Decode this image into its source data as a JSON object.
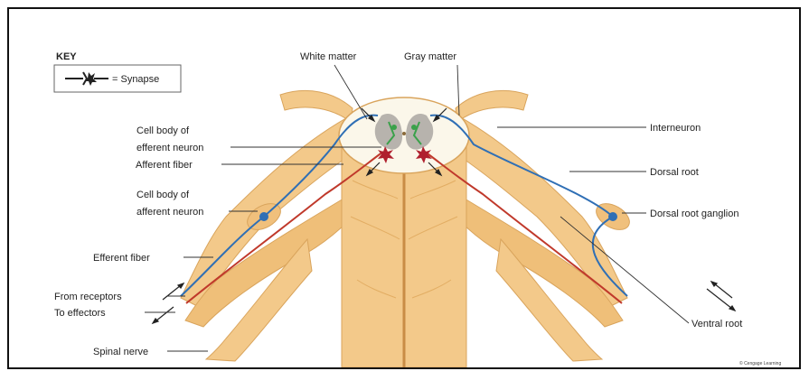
{
  "key": {
    "title": "KEY",
    "synapse_label": "= Synapse"
  },
  "labels": {
    "white_matter": "White matter",
    "gray_matter": "Gray matter",
    "cell_body_efferent_1": "Cell body of",
    "cell_body_efferent_2": "efferent neuron",
    "afferent_fiber": "Afferent fiber",
    "cell_body_afferent_1": "Cell body of",
    "cell_body_afferent_2": "afferent neuron",
    "efferent_fiber": "Efferent fiber",
    "from_receptors": "From receptors",
    "to_effectors": "To effectors",
    "spinal_nerve": "Spinal nerve",
    "interneuron": "Interneuron",
    "dorsal_root": "Dorsal root",
    "dorsal_root_ganglion": "Dorsal root ganglion",
    "ventral_root": "Ventral root"
  },
  "credit": "© Cengage Learning",
  "colors": {
    "nerve": "#f3c98a",
    "nerve_dark": "#d9a45c",
    "white_matter": "#fbf7ea",
    "gray_matter": "#b7b3ad",
    "afferent": "#2f6fb5",
    "efferent": "#c0392b",
    "interneuron": "#3aa14a",
    "synapse": "#b0202e"
  }
}
